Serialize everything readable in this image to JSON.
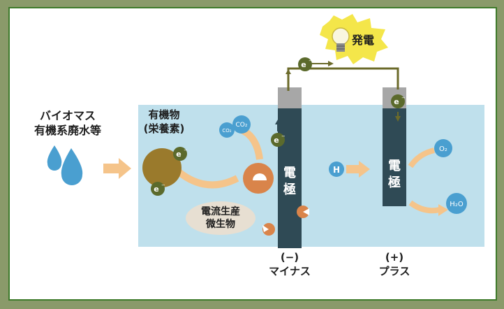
{
  "source_label": [
    "バイオマス",
    "有機系廃水等"
  ],
  "organic_label": [
    "有機物",
    "(栄養素)"
  ],
  "microbe_label": [
    "電流生産",
    "微生物"
  ],
  "electrode_text": "電\n極",
  "anode_label": {
    "sign": "(−)",
    "name": "マイナス"
  },
  "cathode_label": {
    "sign": "(+)",
    "name": "プラス"
  },
  "generation_label": "発電",
  "electron_symbol": "e",
  "electron_superscript": "−",
  "proton_symbol": "H",
  "co2_labels": [
    "CO₂",
    "CO₂"
  ],
  "o2_label": "O₂",
  "h2o_label": "H₂O",
  "colors": {
    "frame_border": "#3d7a2a",
    "solution": "#bfe0ec",
    "electrode": "#2f4a55",
    "wire": "#6b6a2a",
    "arrow": "#f5c48a",
    "microbe": "#d9844a",
    "organic": "#9a7a2c",
    "droplet": "#4a9fd0",
    "bulb_glow": "#f4e64a"
  }
}
